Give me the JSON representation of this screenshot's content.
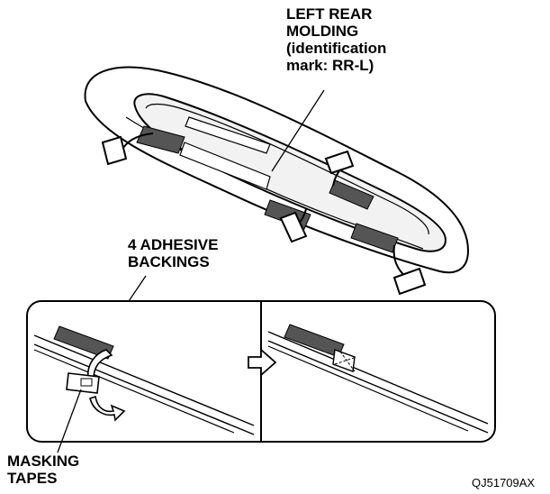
{
  "labels": {
    "molding": [
      "LEFT REAR",
      "MOLDING",
      "(identification",
      "mark: RR-L)"
    ],
    "backings": [
      "4 ADHESIVE",
      "BACKINGS"
    ],
    "tapes": [
      "MASKING",
      "TAPES"
    ]
  },
  "figure_code": "QJ51709AX",
  "colors": {
    "line": "#000000",
    "adhesive": "#555555",
    "molding_fill": "#f2f2f2",
    "tape_fill": "#ffffff"
  },
  "icons": {
    "arrow": "hollow-right-arrow-icon",
    "peel": "curved-peel-arrow-icon"
  }
}
